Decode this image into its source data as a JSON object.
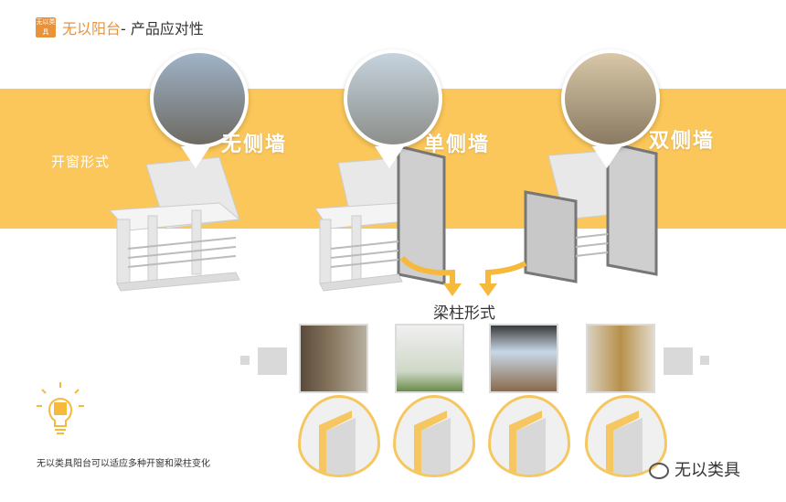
{
  "header": {
    "logo_text": "无以类具",
    "brand": "无以阳台",
    "title_suffix": "- 产品应对性"
  },
  "labels": {
    "window_form": "开窗形式",
    "no_side_wall": "无侧墙",
    "single_side_wall": "单侧墙",
    "double_side_wall": "双侧墙",
    "beam_column_form": "梁柱形式"
  },
  "caption": "无以类具阳台可以适应多种开窗和梁柱变化",
  "wechat": "无以类具",
  "colors": {
    "band": "#fbc75a",
    "accent": "#e8923a",
    "arrow": "#f6b93b",
    "drop_border": "#f6c760"
  }
}
